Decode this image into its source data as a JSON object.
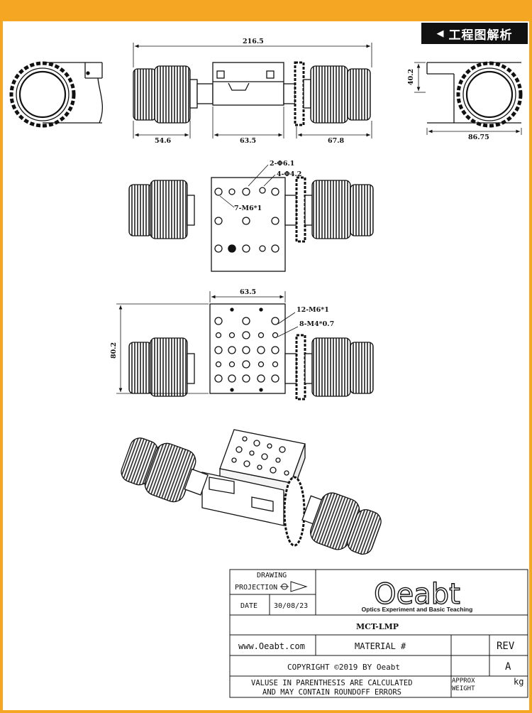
{
  "header": {
    "title": "工程图解析",
    "back_glyph": "◀"
  },
  "colors": {
    "frame": "#f5a623",
    "line": "#111111",
    "tab": "#111111"
  },
  "top_view": {
    "overall_length": "216.5",
    "left_len": "54.6",
    "mid_len": "63.5",
    "right_len": "67.8"
  },
  "side_view": {
    "height": "40.2",
    "width": "86.75"
  },
  "hole_view": {
    "callout_a": "2-Φ6.1",
    "callout_b": "4-Φ4.2",
    "callout_c": "7-M6*1"
  },
  "bottom_view": {
    "width": "63.5",
    "height": "80.2",
    "callout_a": "12-M6*1",
    "callout_b": "8-M4*0.7"
  },
  "title_block": {
    "drawing_projection_l1": "DRAWING",
    "drawing_projection_l2": "PROJECTION",
    "date_label": "DATE",
    "date_value": "30/08/23",
    "logo_text": "Oeabt",
    "logo_sub": "Optics Experiment and Basic Teaching",
    "part_number": "MCT-LMP",
    "website": "www.Oeabt.com",
    "material": "MATERIAL #",
    "rev_label": "REV",
    "rev_value": "A",
    "copyright": "COPYRIGHT ©2019 BY Oeabt",
    "note_l1": "VALUSE IN PARENTHESIS ARE CALCULATED",
    "note_l2": "AND MAY CONTAIN ROUNDOFF ERRORS",
    "approx_l1": "APPROX",
    "approx_l2": "WEIGHT",
    "weight_unit": "kg"
  }
}
